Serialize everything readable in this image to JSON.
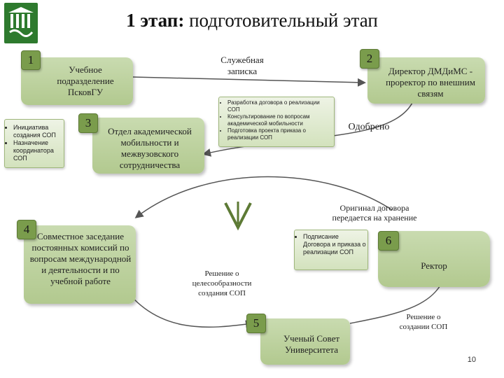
{
  "title": {
    "bold": "1 этап:",
    "rest": " подготовительный этап"
  },
  "steps": [
    {
      "num": "1",
      "text": "Учебное подразделение ПсковГУ"
    },
    {
      "num": "2",
      "text": "Директор ДМДиМС - проректор по внешним связям"
    },
    {
      "num": "3",
      "text": "Отдел академической мобильности и межвузовского сотрудничества"
    },
    {
      "num": "4",
      "text": "Совместное заседание постоянных комиссий по вопросам международной и деятельности и по учебной работе"
    },
    {
      "num": "5",
      "text": "Ученый Совет Университета"
    },
    {
      "num": "6",
      "text": "Ректор"
    }
  ],
  "notes": {
    "step1_bullets": [
      "Инициатива создания СОП",
      "Назначение координатора СОП"
    ],
    "step3_bullets": [
      "Разработка договора о реализации СОП",
      "Консультирование по вопросам академической мобильности",
      "Подготовка проекта приказа о реализации СОП"
    ],
    "step6_bullets": [
      "Подписание Договора и приказа о реализации СОП"
    ]
  },
  "labels": {
    "memo": "Служебная записка",
    "approved": "Одобрено",
    "original": "Оригинал договора передается на хранение",
    "decision_feasibility": "Решение о целесообразности создания СОП",
    "decision_creation": "Решение о создании СОП"
  },
  "page_number": "10"
}
